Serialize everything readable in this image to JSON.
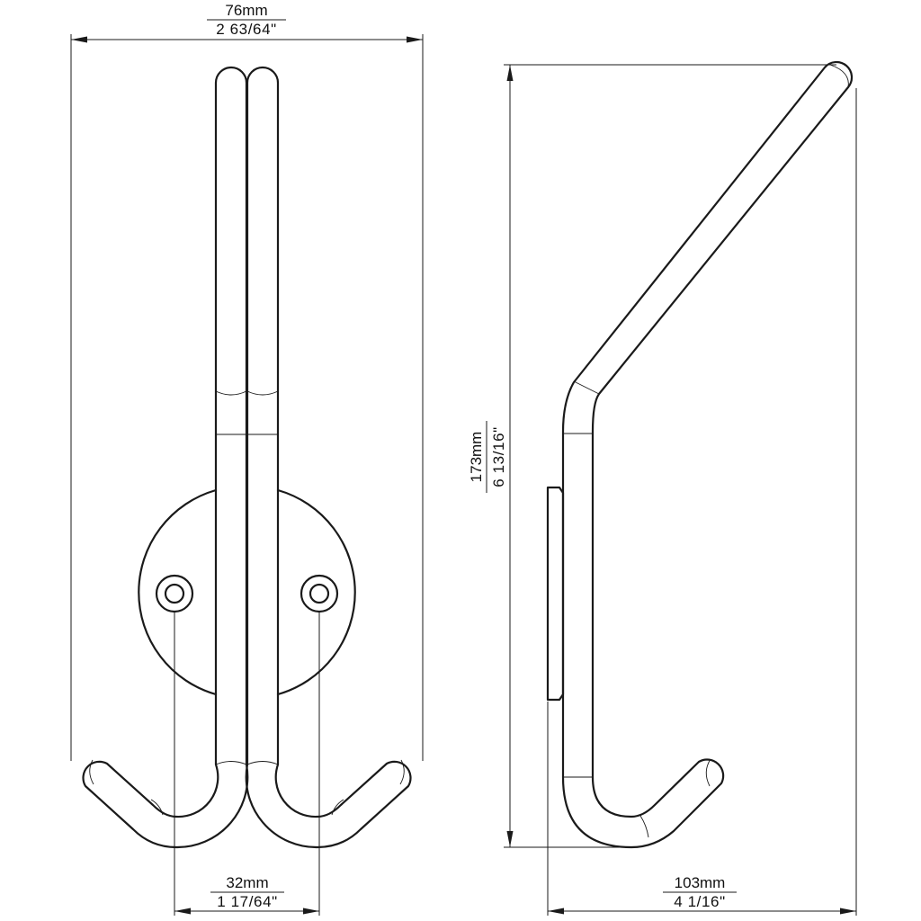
{
  "dimensions": {
    "overall_width": {
      "metric": "76mm",
      "imperial": "2  63/64\""
    },
    "hole_spacing": {
      "metric": "32mm",
      "imperial": "1  17/64\""
    },
    "overall_height": {
      "metric": "173mm",
      "imperial": "6  13/16\""
    },
    "projection": {
      "metric": "103mm",
      "imperial": "4  1/16\""
    }
  }
}
